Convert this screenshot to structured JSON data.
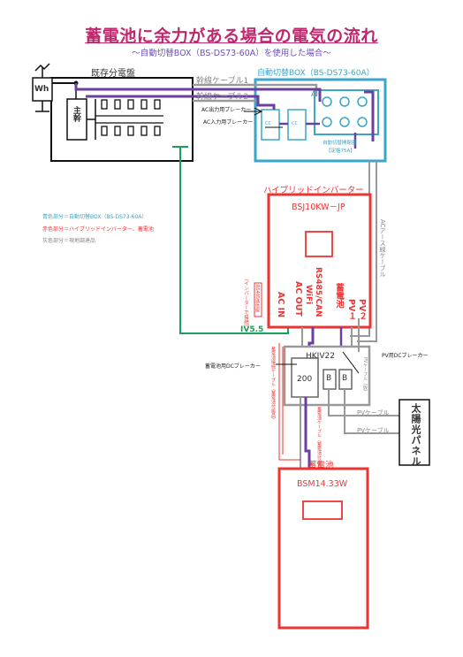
{
  "title": "蓄電池に余力がある場合の電気の流れ",
  "subtitle": "～自動切替BOX（BS-DS73-60A）を使用した場合～",
  "panel": {
    "meter": "Wh",
    "label": "既存分電盤",
    "main_breaker": "主幹"
  },
  "trunk_cables": {
    "cable1": "幹線ケーブル1",
    "cable2": "幹線ケーブル2"
  },
  "auto_box": {
    "label": "自動切替BOX（BS-DS73-60A）",
    "ac_out_breaker": "AC出力用ブレーカー",
    "ac_in_breaker": "AC入力用ブレーカー",
    "mark_a": "A",
    "switch_label": "自動切替開閉器",
    "rating": "【定格75A】",
    "breaker_text": "CC"
  },
  "legend": [
    {
      "text": "青色部分＝自動切替BOX（BS-DS73-60A）",
      "color": "#3aa7c9"
    },
    {
      "text": "赤色部分＝ハイブリッドインバーター、蓄電池",
      "color": "#e33"
    },
    {
      "text": "灰色部分＝現地調達品",
      "color": "#888"
    }
  ],
  "inverter": {
    "label": "ハイブリッドインバーター",
    "model": "BSJ10KW－JP",
    "ports": [
      "AC IN",
      "AC OUT",
      "WiFi",
      "RS485/CAN",
      "蓄電池",
      "PV１",
      "PV２"
    ],
    "side_cable": "ACアース線ケーブル",
    "inner_cable": "（インバーターで接続）",
    "inner_box": "RS485通信線"
  },
  "ground_wire": "IV5.5",
  "junction_box": {
    "label": "HKIV22",
    "breaker_value": "200",
    "pv_breaker_marks": [
      "B",
      "B"
    ],
    "battery_dc_breaker": "蓄電池用DCブレーカー",
    "pv_dc_breaker": "PV用DCブレーカー",
    "left_cable": "蓄電池接続ケーブル（蓄電池付属品）",
    "mid_cable": "蓄電池ケーブル（蓄電池付属品）",
    "right_cable": "PVケーブル（仮）"
  },
  "pv_cables": [
    "PVケーブル",
    "PVケーブル"
  ],
  "solar_panel": "太陽光パネル",
  "battery": {
    "label": "蓄電池",
    "model": "BSM14.33W"
  }
}
